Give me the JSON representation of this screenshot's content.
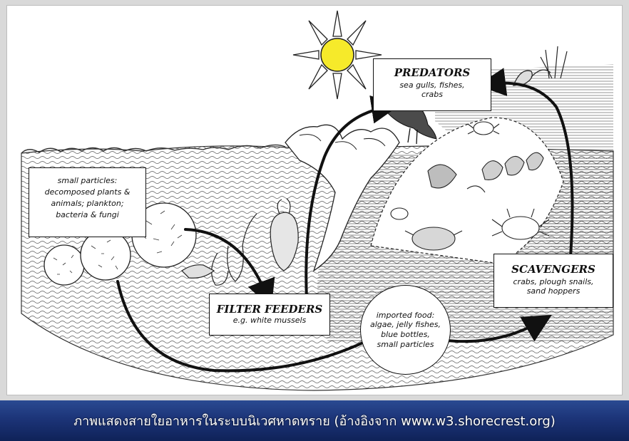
{
  "diagram": {
    "predators": {
      "title": "PREDATORS",
      "subtitle": "sea gulls, fishes, crabs"
    },
    "small_particles": {
      "text": "small particles: decomposed plants & animals; plankton; bacteria & fungi"
    },
    "filter_feeders": {
      "title": "FILTER FEEDERS",
      "subtitle": "e.g. white mussels"
    },
    "imported_food": {
      "text": "imported food: algae, jelly fishes, blue bottles, small particles"
    },
    "scavengers": {
      "title": "SCAVENGERS",
      "subtitle": "crabs, plough snails, sand hoppers"
    }
  },
  "caption": {
    "text": "ภาพแสดงสายใยอาหารในระบบนิเวศหาดทราย (อ้างอิงจาก www.w3.shorecrest.org)"
  }
}
